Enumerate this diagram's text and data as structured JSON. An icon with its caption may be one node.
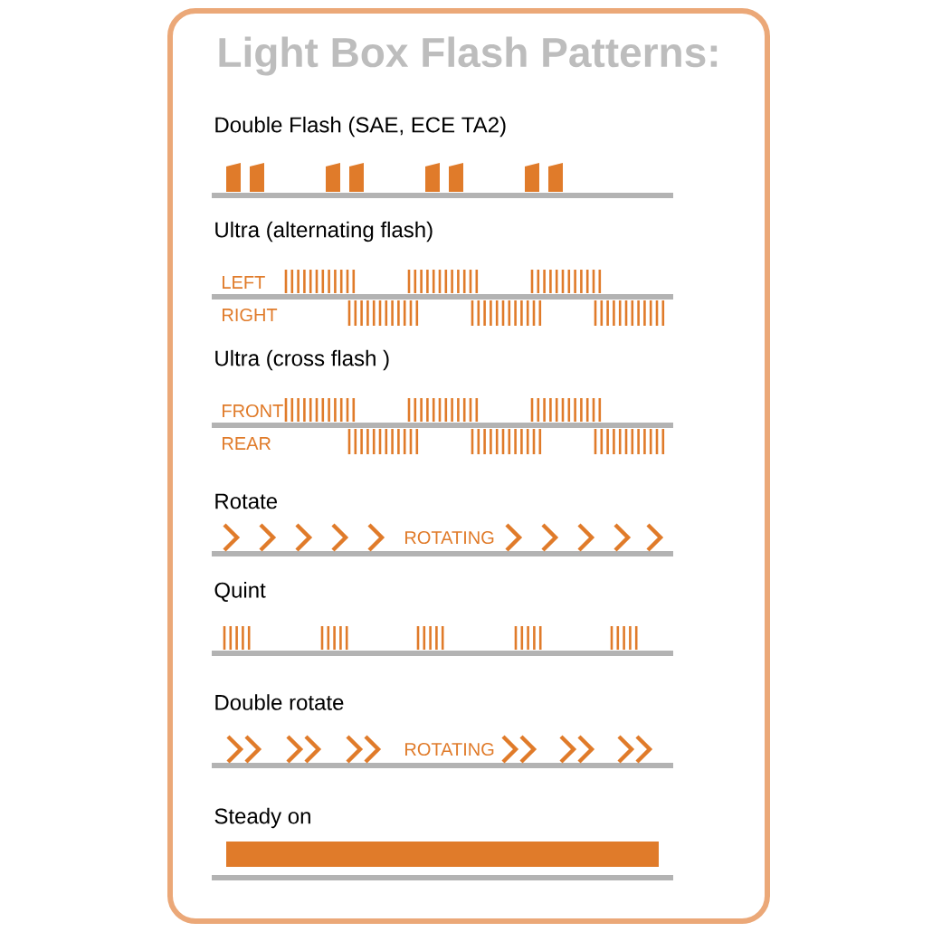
{
  "diagram": {
    "title": "Light Box Flash Patterns:",
    "labels": [
      "Double Flash (SAE, ECE TA2)",
      "Ultra (alternating flash)",
      "LEFT",
      "RIGHT",
      "Ultra (cross flash )",
      "FRONT",
      "REAR",
      "Rotate",
      "ROTATING",
      "Quint",
      "Double rotate",
      "ROTATING",
      "Steady on"
    ]
  }
}
